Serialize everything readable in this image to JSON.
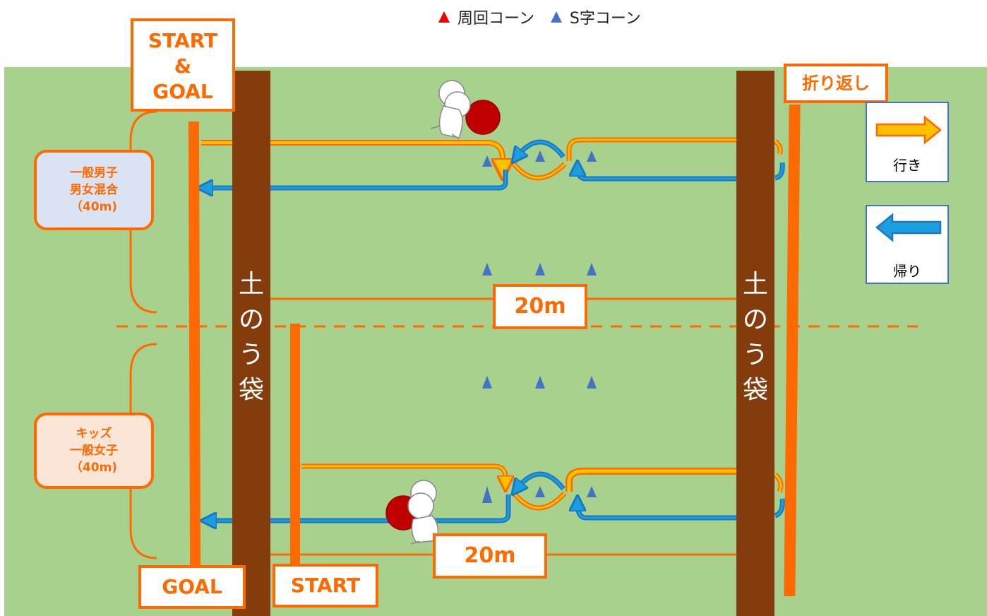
{
  "legend_top": {
    "lap_cone_label": "周回コーン",
    "slalom_cone_label": "S字コーン",
    "lap_cone_color": "#ee0000",
    "slalom_cone_color": "#4472c4"
  },
  "start_goal_label": "START\n&\nGOAL",
  "turnaround_label": "折り返し",
  "sandbag_label": "土\nの\nう\n袋",
  "distance_labels": {
    "upper": "20m",
    "lower": "20m"
  },
  "groups": {
    "upper": "一般男子\n男女混合\n（40m)",
    "lower": "キッズ\n一般女子\n（40m)"
  },
  "bottom_labels": {
    "goal": "GOAL",
    "start": "START"
  },
  "legend_right": {
    "going": "行き",
    "return": "帰り"
  },
  "colors": {
    "field": "#a9d18e",
    "sandbag": "#843c0c",
    "accent_orange": "#ff6a00",
    "going_arrow": "#ffc000",
    "return_arrow": "#1b9ee0",
    "cone_blue": "#4472c4",
    "group_upper_bg": "#dae3f3",
    "group_lower_bg": "#fbe5d6"
  }
}
